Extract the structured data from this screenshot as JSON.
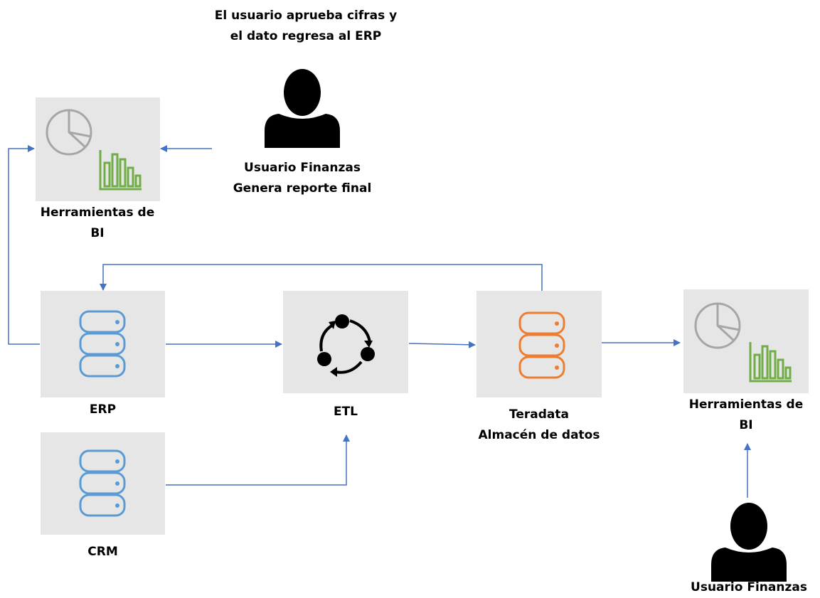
{
  "nodes": {
    "bi_top": {
      "label_line1": "Herramientas de",
      "label_line2": "BI"
    },
    "user_top": {
      "note_line1": "El usuario aprueba cifras y",
      "note_line2": "el dato regresa al ERP",
      "label_line1": "Usuario Finanzas",
      "label_line2": "Genera reporte final"
    },
    "erp": {
      "label": "ERP"
    },
    "etl": {
      "label": "ETL"
    },
    "teradata": {
      "label_line1": "Teradata",
      "label_line2": "Almacén de datos"
    },
    "bi_right": {
      "label_line1": "Herramientas de",
      "label_line2": "BI"
    },
    "crm": {
      "label": "CRM"
    },
    "user_bottom": {
      "label": "Usuario Finanzas"
    }
  },
  "edges": [
    {
      "from": "user_top",
      "to": "bi_top"
    },
    {
      "from": "erp",
      "to": "bi_top"
    },
    {
      "from": "teradata",
      "to": "erp"
    },
    {
      "from": "erp",
      "to": "etl"
    },
    {
      "from": "crm",
      "to": "etl"
    },
    {
      "from": "etl",
      "to": "teradata"
    },
    {
      "from": "teradata",
      "to": "bi_right"
    },
    {
      "from": "user_bottom",
      "to": "bi_right"
    }
  ],
  "colors": {
    "arrow": "#4472c4",
    "db_blue": "#5b9bd5",
    "db_orange": "#ed7d31",
    "bar_green": "#70ad47",
    "pie_gray": "#a6a6a6",
    "box_bg": "#e6e6e6"
  },
  "icons": {
    "bi": "pie-chart-and-bar-chart-icon",
    "db": "database-icon",
    "etl": "cycle-icon",
    "user": "person-icon"
  }
}
